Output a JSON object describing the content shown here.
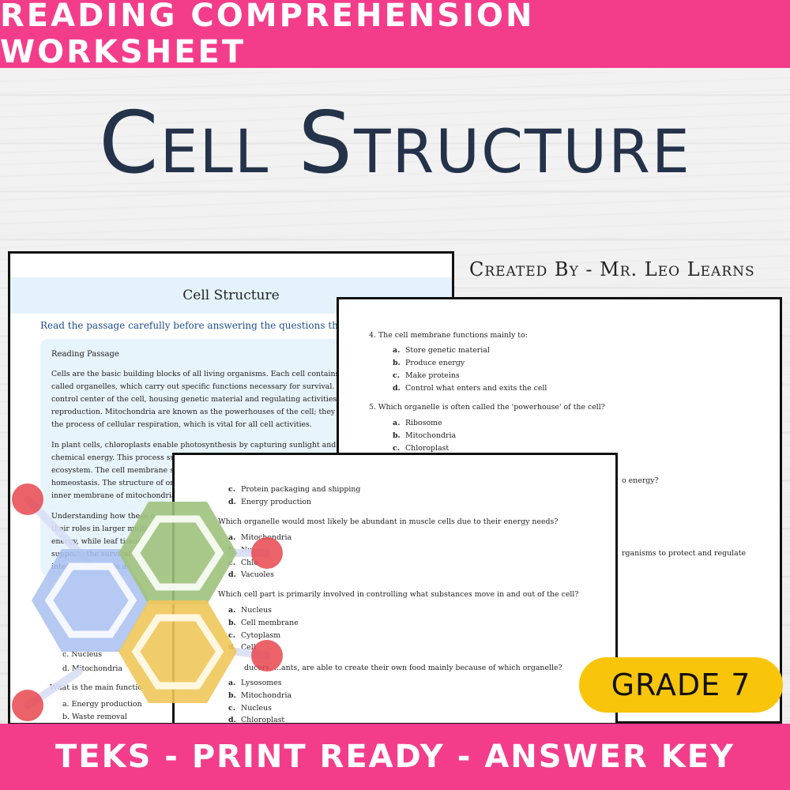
{
  "banner_top": "READING COMPREHENSION WORKSHEET",
  "title": "Cell Structure",
  "creator": "Created By - Mr. Leo Learns",
  "page1": {
    "heading": "Cell Structure",
    "instruction": "Read the passage carefully before answering the questions that follo",
    "passage_label": "Reading Passage",
    "p1_lines": [
      "Cells are the basic building blocks of all living organisms. Each cell contains speci",
      "called organelles, which carry out specific functions necessary for survival. The n",
      "control center of the cell, housing genetic material and regulating activities such a",
      "reproduction. Mitochondria are known as the powerhouses of the cell; they gener",
      "the process of cellular respiration, which is vital for all cell activities."
    ],
    "p2_lines": [
      "In plant cells, chloroplasts enable photosynthesis by capturing sunlight and conve",
      "chemical energy. This process sustains the plant and provides energy for other or",
      "ecosystem. The cell membrane sur",
      "homeostasis. The structure of orga",
      "inner membrane of mitochondria i"
    ],
    "p3_lines": [
      "Understanding how these o",
      "their roles in larger multi",
      "energy, while leaf tissue",
      "supports the survival",
      "interactions. Cells a"
    ],
    "opt_c": "c.  Nucleus",
    "opt_d": "d.  Mitochondria",
    "q_main": "What is the main functio",
    "opt_a2": "a.  Energy production",
    "opt_b2": "b.  Waste removal"
  },
  "page2": {
    "q4": "4.  The cell membrane functions mainly to:",
    "q4_opts": [
      "Store genetic material",
      "Produce energy",
      "Make proteins",
      "Control what enters and exits the cell"
    ],
    "q5": "5.  Which organelle is often called the 'powerhouse' of the cell?",
    "q5_opts": [
      "Ribosome",
      "Mitochondria",
      "Chloroplast"
    ],
    "frag1": "o energy?",
    "frag2": "rganisms to protect and regulate"
  },
  "page3": {
    "top_opts": [
      "Protein packaging and shipping",
      "Energy production"
    ],
    "qa": "Which organelle would most likely be abundant in muscle cells due to their energy needs?",
    "qa_opts": [
      "Mitochondria",
      "Nu",
      "Chlo",
      "Vacuoles"
    ],
    "qb": "Which cell part is primarily involved in controlling what substances move in and out of the cell?",
    "qb_opts": [
      "Nucleus",
      "Cell membrane",
      "Cytoplasm",
      "Cell"
    ],
    "qc": "ducers, ...ants, are able to create their own food mainly because of which organelle?",
    "qc_opts": [
      "Lysosomes",
      "Mitochondria",
      "Nucleus",
      "Chloroplast"
    ]
  },
  "letters": [
    "a.",
    "b.",
    "c.",
    "d."
  ],
  "grade": "GRADE 7",
  "banner_bottom": "TEKS - PRINT READY - ANSWER KEY",
  "colors": {
    "pink": "#f33d8b",
    "navy": "#24324a",
    "yellow": "#f8c50a",
    "hex_blue": "#a8bff0",
    "hex_green": "#9fc27c",
    "hex_gold": "#f0c75a",
    "atom_red": "#e8474f"
  }
}
